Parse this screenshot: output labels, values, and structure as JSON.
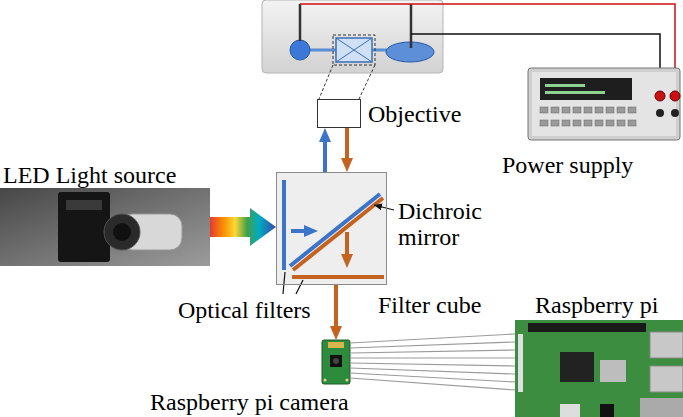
{
  "diagram": {
    "nodes": [
      {
        "text": [
          "Objective"
        ]
      },
      {
        "text": [
          "Power supply"
        ]
      },
      {
        "text": [
          "LED Light source"
        ]
      },
      {
        "text": [
          "Filter cube"
        ]
      },
      {
        "text": [
          "Raspberry pi"
        ]
      },
      {
        "text": [
          "Raspberry pi camera"
        ]
      }
    ],
    "edges": [
      {
        "from": 2,
        "to": 3,
        "arrow": "to"
      },
      {
        "from": 3,
        "to": 5,
        "arrow": "to"
      },
      {
        "from": 5,
        "to": 4,
        "arrow": "none"
      },
      {
        "from": 3,
        "to": 0,
        "arrow": "to"
      },
      {
        "from": 0,
        "to": 3,
        "arrow": "to"
      }
    ],
    "labels": [
      "Dichroic mirror",
      "Optical filters"
    ]
  }
}
